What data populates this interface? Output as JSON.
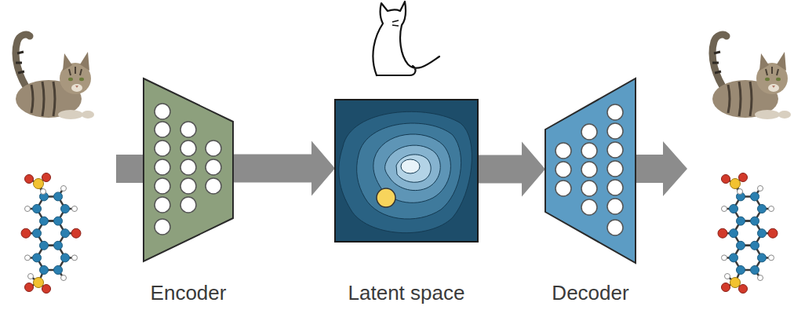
{
  "diagram": {
    "nodes": [
      {
        "text": [
          "Encoder"
        ]
      },
      {
        "text": [
          "Latent space"
        ]
      },
      {
        "text": [
          "Decoder"
        ]
      }
    ],
    "edges": [
      {
        "from": 0,
        "to": 1,
        "arrow": "to"
      },
      {
        "from": 1,
        "to": 2,
        "arrow": "to"
      }
    ]
  }
}
